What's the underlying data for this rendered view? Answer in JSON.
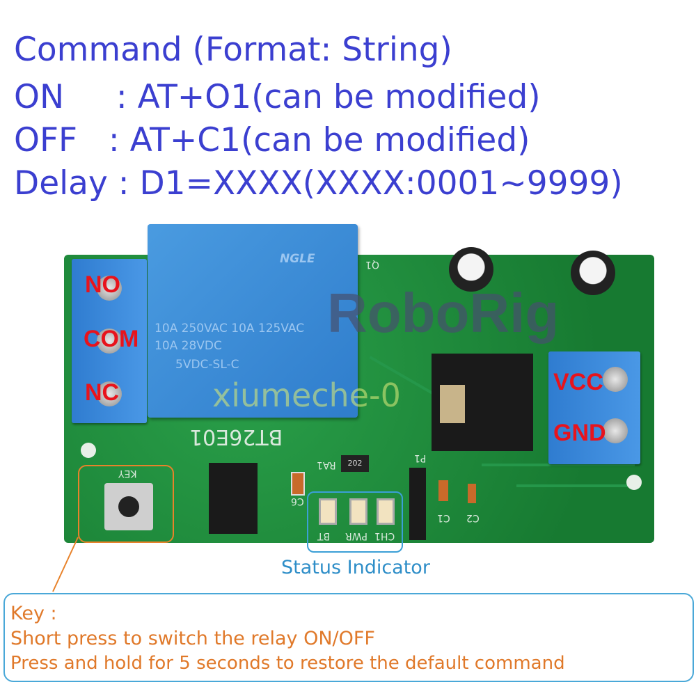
{
  "header": {
    "title": "Command (Format: String)",
    "on_line": "ON     : AT+O1(can be modified)",
    "off_line": "OFF   : AT+C1(can be modified)",
    "delay_line": "Delay : D1=XXXX(XXXX:0001~9999)"
  },
  "board": {
    "model": "BT26E01",
    "relay_brand": "NGLE",
    "relay_rating_1": "10A 250VAC 10A 125VAC",
    "relay_rating_2": "10A    28VDC",
    "relay_rating_3": "5VDC-SL-C",
    "terminals_left": [
      "NO",
      "COM",
      "NC"
    ],
    "terminals_right": [
      "VCC",
      "GND"
    ],
    "silk_key": "KEY",
    "silk_ra1": "RA1",
    "silk_ra1_value": "202",
    "silk_c6": "C6",
    "silk_p1": "P1",
    "silk_c1": "C1",
    "silk_c2": "C2",
    "silk_q1": "Q1",
    "led_labels": [
      "BT",
      "PWR",
      "CH1"
    ]
  },
  "watermark": {
    "brand": "RoboRig",
    "shop": "xiumeche-0"
  },
  "status_indicator": "Status Indicator",
  "key_info": {
    "title": "Key :",
    "line1": "Short press to switch the relay ON/OFF",
    "line2": "Press and hold for 5 seconds to restore the default command"
  },
  "colors": {
    "header_text": "#3b3fd0",
    "status_text": "#2e8ec8",
    "key_text": "#e0792a",
    "terminal_label": "#e8131c",
    "pcb": "#1f8a3c"
  }
}
